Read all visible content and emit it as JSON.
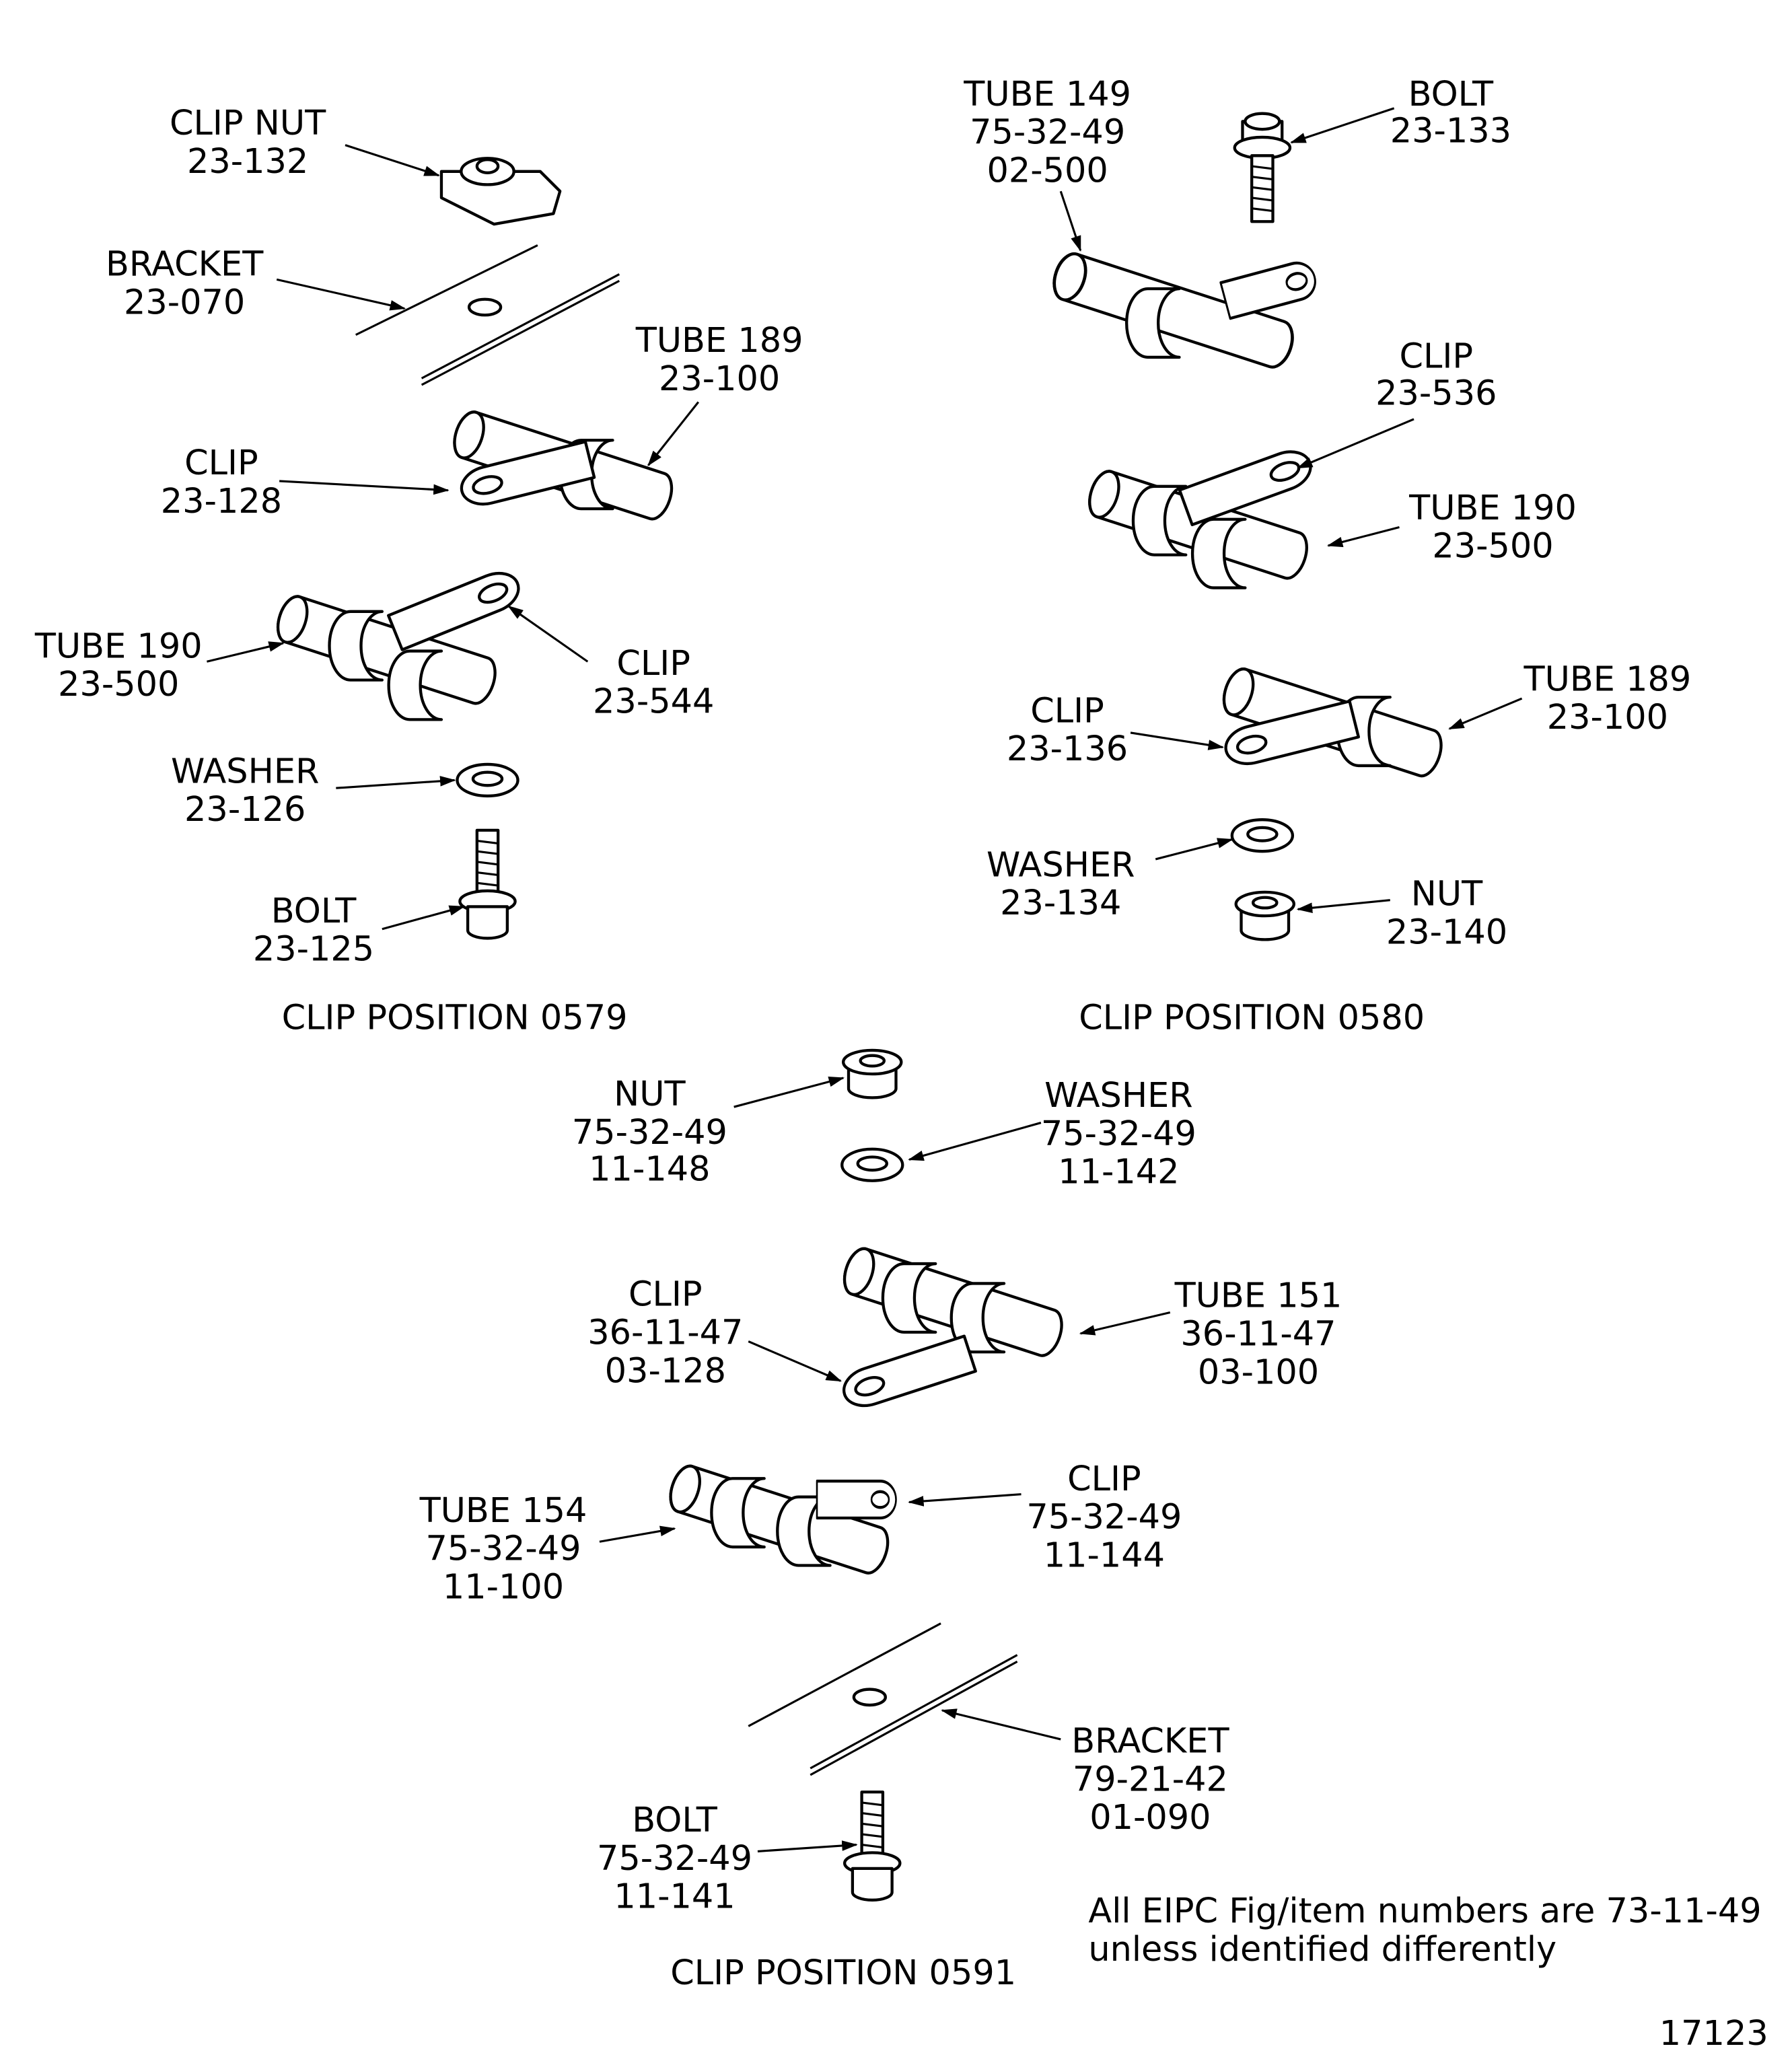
{
  "diagram_id": "17123",
  "note": [
    "All EIPC Fig/item numbers are 73-11-49",
    "unless identified differently"
  ],
  "positions": {
    "p0579": {
      "title": "CLIP POSITION 0579",
      "labels": {
        "clip_nut": [
          "CLIP NUT",
          "23-132"
        ],
        "bracket": [
          "BRACKET",
          "23-070"
        ],
        "tube189": [
          "TUBE 189",
          "23-100"
        ],
        "clip128": [
          "CLIP",
          "23-128"
        ],
        "tube190": [
          "TUBE 190",
          "23-500"
        ],
        "clip544": [
          "CLIP",
          "23-544"
        ],
        "washer": [
          "WASHER",
          "23-126"
        ],
        "bolt": [
          "BOLT",
          "23-125"
        ]
      }
    },
    "p0580": {
      "title": "CLIP POSITION 0580",
      "labels": {
        "tube149": [
          "TUBE 149",
          "75-32-49",
          "02-500"
        ],
        "bolt": [
          "BOLT",
          "23-133"
        ],
        "clip536": [
          "CLIP",
          "23-536"
        ],
        "tube190": [
          "TUBE 190",
          "23-500"
        ],
        "clip136": [
          "CLIP",
          "23-136"
        ],
        "tube189": [
          "TUBE 189",
          "23-100"
        ],
        "washer": [
          "WASHER",
          "23-134"
        ],
        "nut": [
          "NUT",
          "23-140"
        ]
      }
    },
    "p0591": {
      "title": "CLIP POSITION 0591",
      "labels": {
        "nut": [
          "NUT",
          "75-32-49",
          "11-148"
        ],
        "washer": [
          "WASHER",
          "75-32-49",
          "11-142"
        ],
        "clip128": [
          "CLIP",
          "36-11-47",
          "03-128"
        ],
        "tube151": [
          "TUBE 151",
          "36-11-47",
          "03-100"
        ],
        "tube154": [
          "TUBE 154",
          "75-32-49",
          "11-100"
        ],
        "clip144": [
          "CLIP",
          "75-32-49",
          "11-144"
        ],
        "bracket": [
          "BRACKET",
          "79-21-42",
          "01-090"
        ],
        "bolt": [
          "BOLT",
          "75-32-49",
          "11-141"
        ]
      }
    }
  }
}
